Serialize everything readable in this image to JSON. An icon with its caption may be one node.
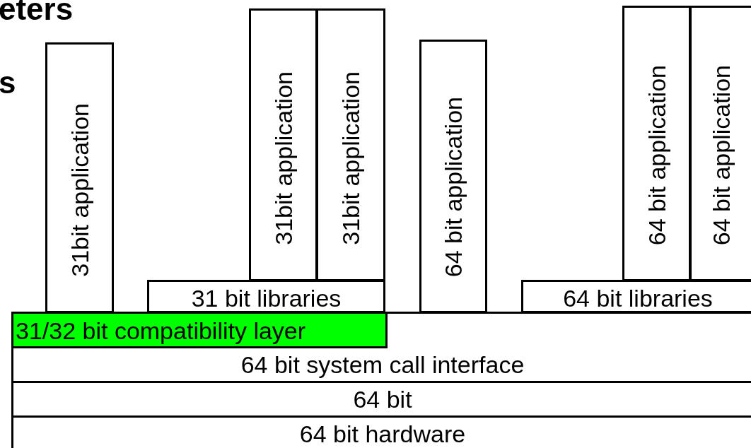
{
  "diagram": {
    "nodes": [
      {
        "text": [
          "31bit application"
        ]
      },
      {
        "text": [
          "31bit application"
        ]
      },
      {
        "text": [
          "31bit application"
        ]
      },
      {
        "text": [
          "31 bit libraries"
        ]
      },
      {
        "text": [
          "64 bit application"
        ]
      },
      {
        "text": [
          "64 bit application"
        ]
      },
      {
        "text": [
          "64 bit application"
        ]
      },
      {
        "text": [
          "64 bit libraries"
        ]
      },
      {
        "text": [
          "64 bit system call interface"
        ]
      },
      {
        "text": [
          "31/32 bit compatibility layer"
        ],
        "in": 8
      },
      {
        "text": [
          "64 bit"
        ]
      },
      {
        "text": [
          "64 bit hardware"
        ]
      }
    ],
    "edges": [],
    "labels": [
      "eters",
      "s"
    ]
  }
}
